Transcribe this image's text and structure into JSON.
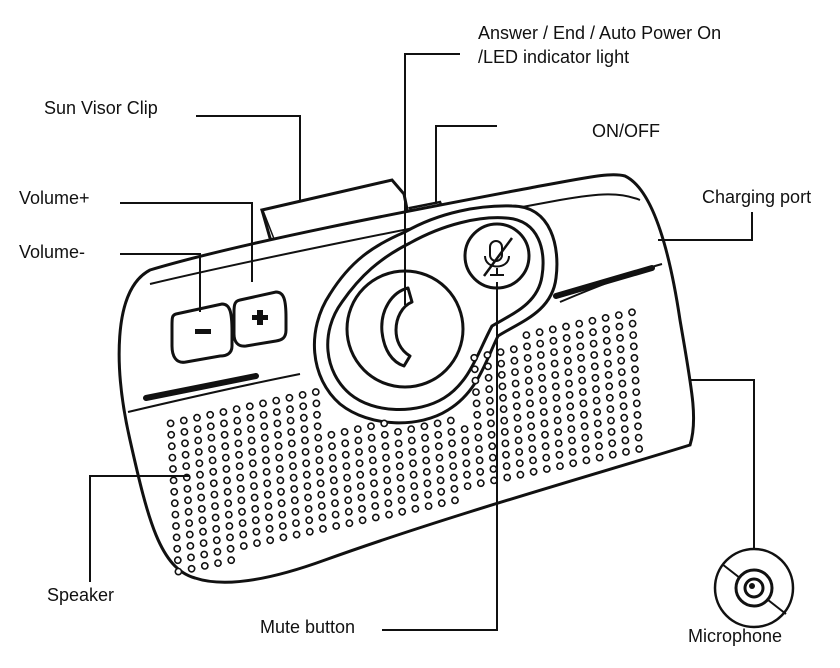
{
  "labels": {
    "answer_line1": "Answer / End / Auto Power On",
    "answer_line2": "/LED  indicator  light",
    "sun_visor_clip": "Sun Visor Clip",
    "on_off": "ON/OFF",
    "volume_plus": "Volume+",
    "charging_port": "Charging port",
    "volume_minus": "Volume-",
    "speaker": "Speaker",
    "mute_button": "Mute  button",
    "microphone": "Microphone"
  },
  "buttons": {
    "minus_symbol": "−",
    "plus_symbol": "+"
  },
  "colors": {
    "line": "#111111",
    "background": "#ffffff"
  }
}
